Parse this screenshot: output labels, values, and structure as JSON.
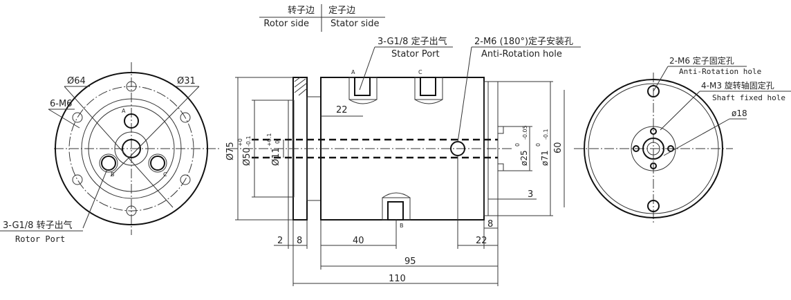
{
  "header": {
    "rotor_side_cn": "转子边",
    "rotor_side_en": "Rotor side",
    "stator_side_cn": "定子边",
    "stator_side_en": "Stator side"
  },
  "left_view": {
    "dia64": "Ø64",
    "dia31": "Ø31",
    "m6": "6-M6",
    "port_a": "A",
    "port_b": "B",
    "port_c": "C",
    "rotor_port_cn": "3-G1/8 转子出气",
    "rotor_port_en": "Rotor Port"
  },
  "side_view": {
    "stator_port_cn": "3-G1/8 定子出气",
    "stator_port_en": "Stator Port",
    "anti_rot_cn": "2-M6 (180°)定子安装孔",
    "anti_rot_en": "Anti-Rotation hole",
    "port_a": "A",
    "port_b": "B",
    "port_c": "C",
    "dim_22_top": "22",
    "dia75": "Ø75",
    "dia50": "Ø50",
    "dia50_tol_up": "+0",
    "dia50_tol_low": "-0.1",
    "dia11": "Ø11",
    "dia11_tol_up": "+0.1",
    "dia11_tol_low": "0",
    "dia25": "ø25",
    "dia25_tol_up": "0",
    "dia25_tol_low": "-0.05",
    "dia71": "ø71",
    "dia71_tol_up": "0",
    "dia71_tol_low": "-0.1",
    "dim_60": "60",
    "dim_3": "3",
    "dim_8_right": "8",
    "dim_2": "2",
    "dim_8_left": "8",
    "dim_40": "40",
    "dim_22_bottom": "22",
    "dim_95": "95",
    "dim_110": "110"
  },
  "right_view": {
    "anti_rot_cn": "2-M6  定子固定孔",
    "anti_rot_en": "Anti-Rotation hole",
    "shaft_cn": "4-M3 旋转轴固定孔",
    "shaft_en": "Shaft fixed hole",
    "dia18": "ø18"
  }
}
